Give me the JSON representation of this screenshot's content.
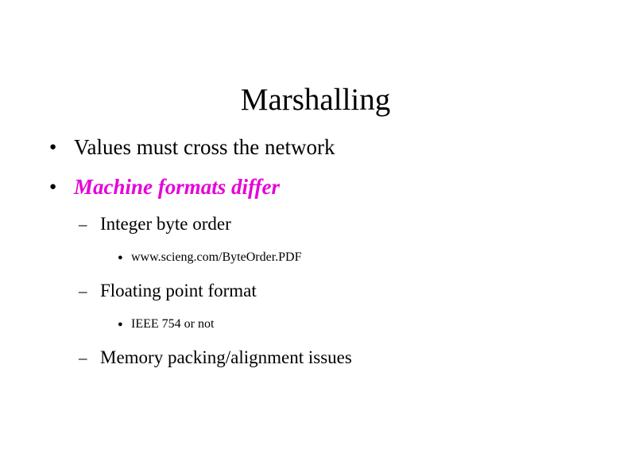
{
  "slide": {
    "title": "Marshalling",
    "background_color": "#FFFFFF",
    "text_color": "#000000",
    "accent_color": "#E600D8",
    "markers": {
      "level1": "●",
      "level2": "–",
      "level3": "●"
    },
    "outline": [
      {
        "level": 1,
        "text": "Values must cross the network",
        "color": "#000000",
        "style": "normal"
      },
      {
        "level": 1,
        "text": "Machine formats differ",
        "color": "#E600D8",
        "style": "bold-italic"
      },
      {
        "level": 2,
        "text": "Integer byte order",
        "color": "#000000",
        "style": "normal"
      },
      {
        "level": 3,
        "text": "www.scieng.com/ByteOrder.PDF",
        "color": "#000000",
        "style": "normal"
      },
      {
        "level": 2,
        "text": "Floating point format",
        "color": "#000000",
        "style": "normal"
      },
      {
        "level": 3,
        "text": "IEEE 754 or not",
        "color": "#000000",
        "style": "normal"
      },
      {
        "level": 2,
        "text": "Memory packing/alignment issues",
        "color": "#000000",
        "style": "normal"
      }
    ]
  }
}
